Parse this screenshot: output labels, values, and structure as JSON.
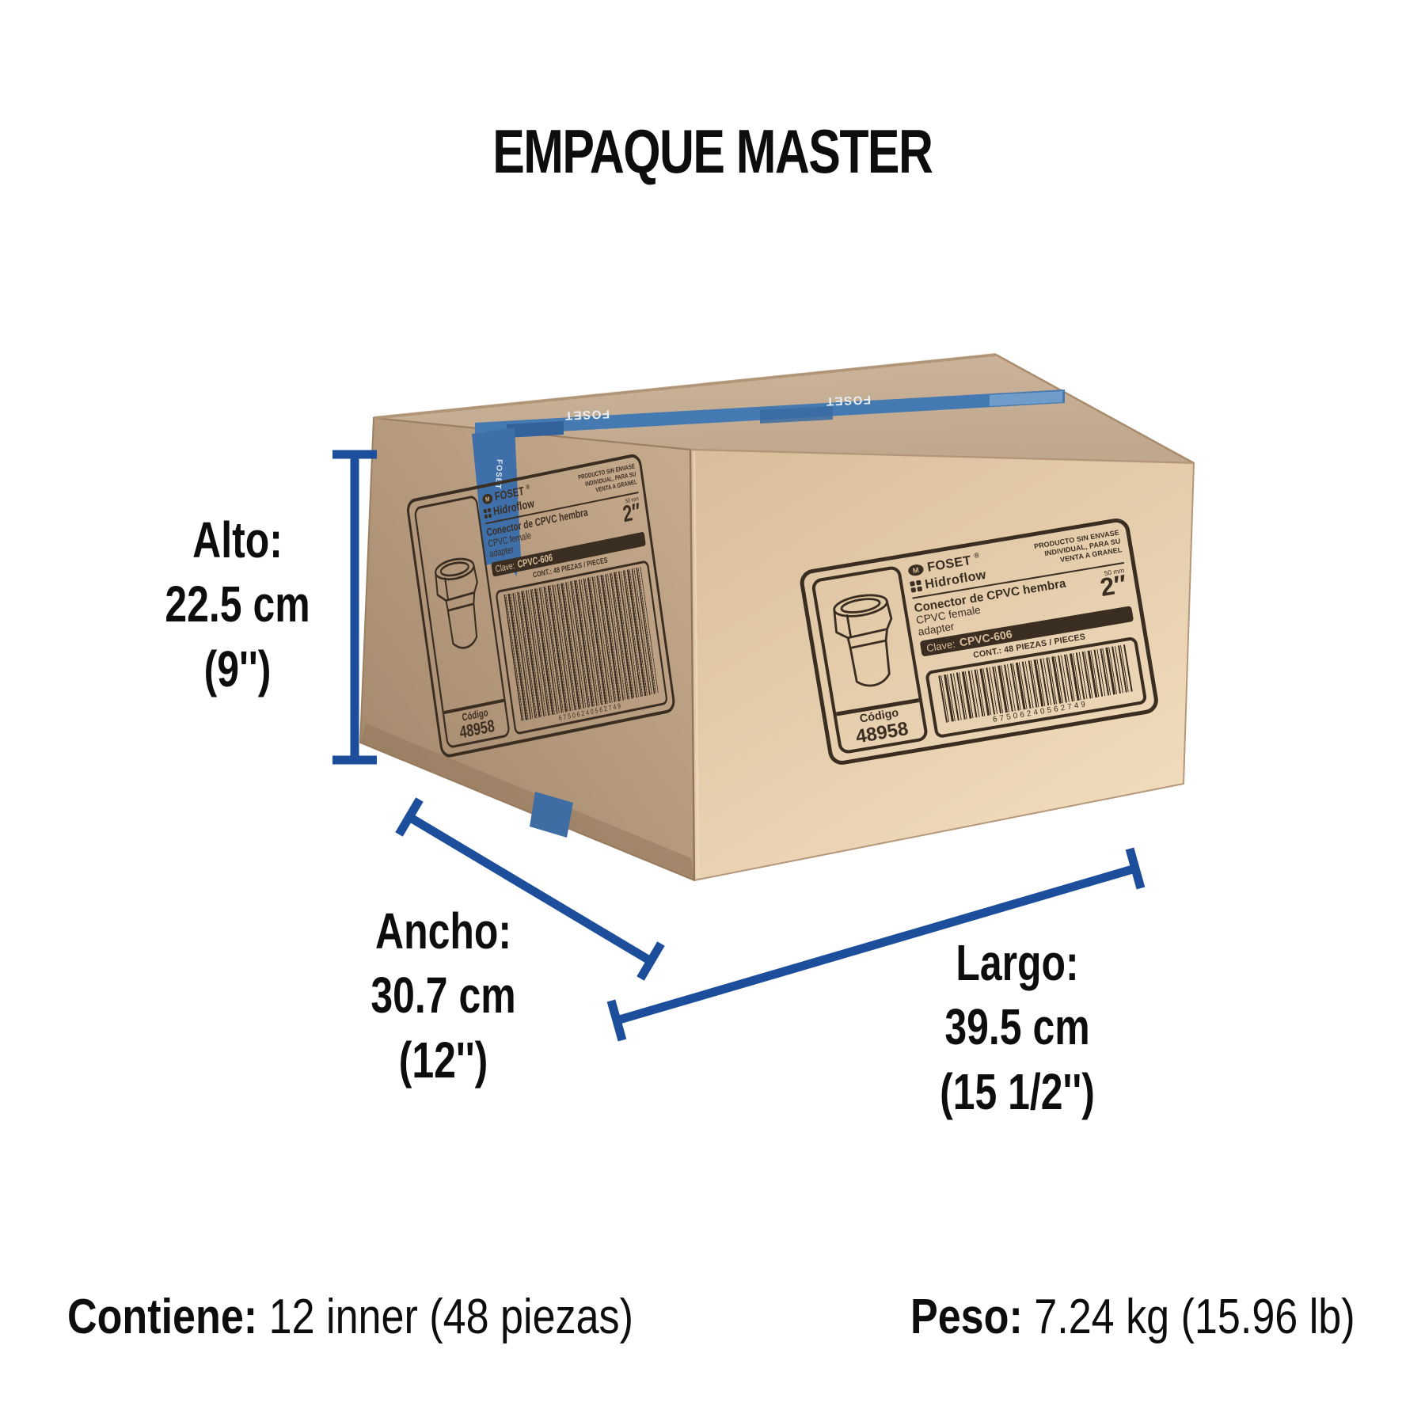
{
  "title": "EMPAQUE MASTER",
  "dimensions": {
    "alto": {
      "label": "Alto:",
      "cm": "22.5 cm",
      "inches": "(9'')"
    },
    "ancho": {
      "label": "Ancho:",
      "cm": "30.7 cm",
      "inches": "(12'')"
    },
    "largo": {
      "label": "Largo:",
      "cm": "39.5 cm",
      "inches": "(15 1/2'')"
    }
  },
  "footer": {
    "contains_label": "Contiene:",
    "contains_value": "12 inner (48 piezas)",
    "weight_label": "Peso:",
    "weight_value": "7.24 kg (15.96 lb)"
  },
  "box_label": {
    "brand": "FOSET",
    "registered": "®",
    "brand_initial": "M",
    "sub_brand": "Hidroflow",
    "bulk_notice": [
      "PRODUCTO SIN ENVASE",
      "INDIVIDUAL, PARA SU",
      "VENTA A GRANEL"
    ],
    "product_name_es": "Conector de CPVC hembra",
    "product_name_en_1": "CPVC female",
    "product_name_en_2": "adapter",
    "size_mm": "50 mm",
    "size_inches": "2″",
    "clave_label": "Clave:",
    "clave_value": "CPVC-606",
    "contents": "CONT.: 48 PIEZAS / PIECES",
    "barcode_number": "67506240562749",
    "code_label": "Código",
    "code_value": "48958"
  },
  "tape_text": "FOSET",
  "colors": {
    "dimension_blue": "#1d4e9b",
    "tape_blue": "#4579b1",
    "label_ink": "#3a2e22",
    "carton_front": "#e7cda9",
    "carton_top": "#c8b198",
    "carton_side": "#b89c7f"
  }
}
